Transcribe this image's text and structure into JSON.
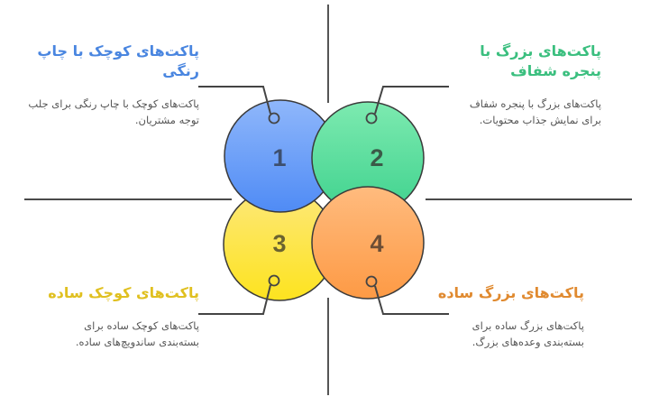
{
  "diagram": {
    "colors": {
      "line": "#4a4a4a",
      "num_text": "#3d4a5c"
    },
    "items": [
      {
        "number": "1",
        "title": "پاکت‌های کوچک با چاپ رنگی",
        "description": "پاکت‌های کوچک با چاپ رنگی برای جلب توجه مشتریان.",
        "title_color": "#4a86e0",
        "fill_top": "#8fb7fb",
        "fill_bottom": "#4f8bf5"
      },
      {
        "number": "2",
        "title": "پاکت‌های بزرگ با پنجره شفاف",
        "description": "پاکت‌های بزرگ با پنجره شفاف برای نمایش جذاب محتویات.",
        "title_color": "#3bbf7f",
        "fill_top": "#7deab0",
        "fill_bottom": "#3fd28e"
      },
      {
        "number": "3",
        "title": "پاکت‌های کوچک ساده",
        "description": "پاکت‌های کوچک ساده برای بسته‌بندی ساندویچ‌های ساده.",
        "title_color": "#e0c020",
        "fill_top": "#fde87a",
        "fill_bottom": "#fde31f"
      },
      {
        "number": "4",
        "title": "پاکت‌های بزرگ ساده",
        "description": "پاکت‌های بزرگ ساده برای بسته‌بندی وعده‌های بزرگ.",
        "title_color": "#e08a30",
        "fill_top": "#ffbb7e",
        "fill_bottom": "#fd9a45"
      }
    ]
  }
}
